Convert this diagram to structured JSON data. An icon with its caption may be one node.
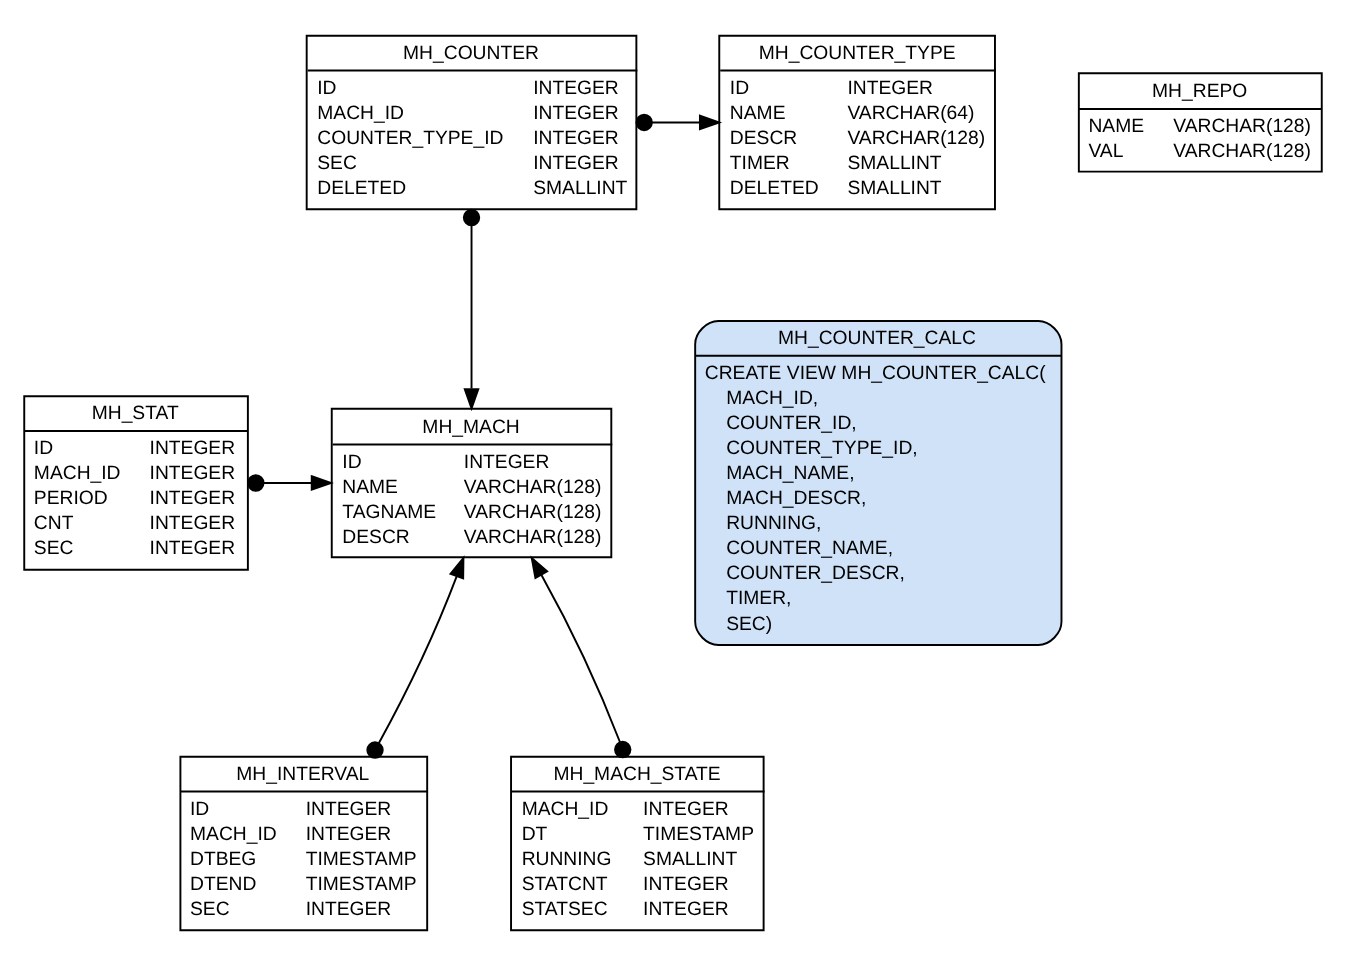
{
  "diagram": {
    "nodes": [
      {
        "text": [
          "MH_COUNTER",
          "ID",
          "INTEGER",
          "MACH_ID",
          "INTEGER",
          "COUNTER_TYPE_ID",
          "INTEGER",
          "SEC",
          "INTEGER",
          "DELETED",
          "SMALLINT"
        ]
      },
      {
        "text": [
          "MH_COUNTER_TYPE",
          "ID",
          "INTEGER",
          "NAME",
          "VARCHAR(64)",
          "DESCR",
          "VARCHAR(128)",
          "TIMER",
          "SMALLINT",
          "DELETED",
          "SMALLINT"
        ]
      },
      {
        "text": [
          "MH_REPO",
          "NAME",
          "VARCHAR(128)",
          "VAL",
          "VARCHAR(128)"
        ]
      },
      {
        "text": [
          "MH_MACH",
          "ID",
          "INTEGER",
          "NAME",
          "VARCHAR(128)",
          "TAGNAME",
          "VARCHAR(128)",
          "DESCR",
          "VARCHAR(128)"
        ]
      },
      {
        "text": [
          "MH_STAT",
          "ID",
          "INTEGER",
          "MACH_ID",
          "INTEGER",
          "PERIOD",
          "INTEGER",
          "CNT",
          "INTEGER",
          "SEC",
          "INTEGER"
        ]
      },
      {
        "text": [
          "MH_COUNTER_CALC",
          "CREATE VIEW MH_COUNTER_CALC(",
          "MACH_ID,",
          "COUNTER_ID,",
          "COUNTER_TYPE_ID,",
          "MACH_NAME,",
          "MACH_DESCR,",
          "RUNNING,",
          "COUNTER_NAME,",
          "COUNTER_DESCR,",
          "TIMER,",
          "SEC)"
        ]
      },
      {
        "text": [
          "MH_INTERVAL",
          "ID",
          "INTEGER",
          "MACH_ID",
          "INTEGER",
          "DTBEG",
          "TIMESTAMP",
          "DTEND",
          "TIMESTAMP",
          "SEC",
          "INTEGER"
        ]
      },
      {
        "text": [
          "MH_MACH_STATE",
          "MACH_ID",
          "INTEGER",
          "DT",
          "TIMESTAMP",
          "RUNNING",
          "SMALLINT",
          "STATCNT",
          "INTEGER",
          "STATSEC",
          "INTEGER"
        ]
      }
    ],
    "edges": [
      {
        "from": 0,
        "to": 1,
        "arrow": "to"
      },
      {
        "from": 0,
        "to": 3,
        "arrow": "to"
      },
      {
        "from": 4,
        "to": 3,
        "arrow": "to"
      },
      {
        "from": 6,
        "to": 3,
        "arrow": "to"
      },
      {
        "from": 7,
        "to": 3,
        "arrow": "to"
      }
    ]
  }
}
